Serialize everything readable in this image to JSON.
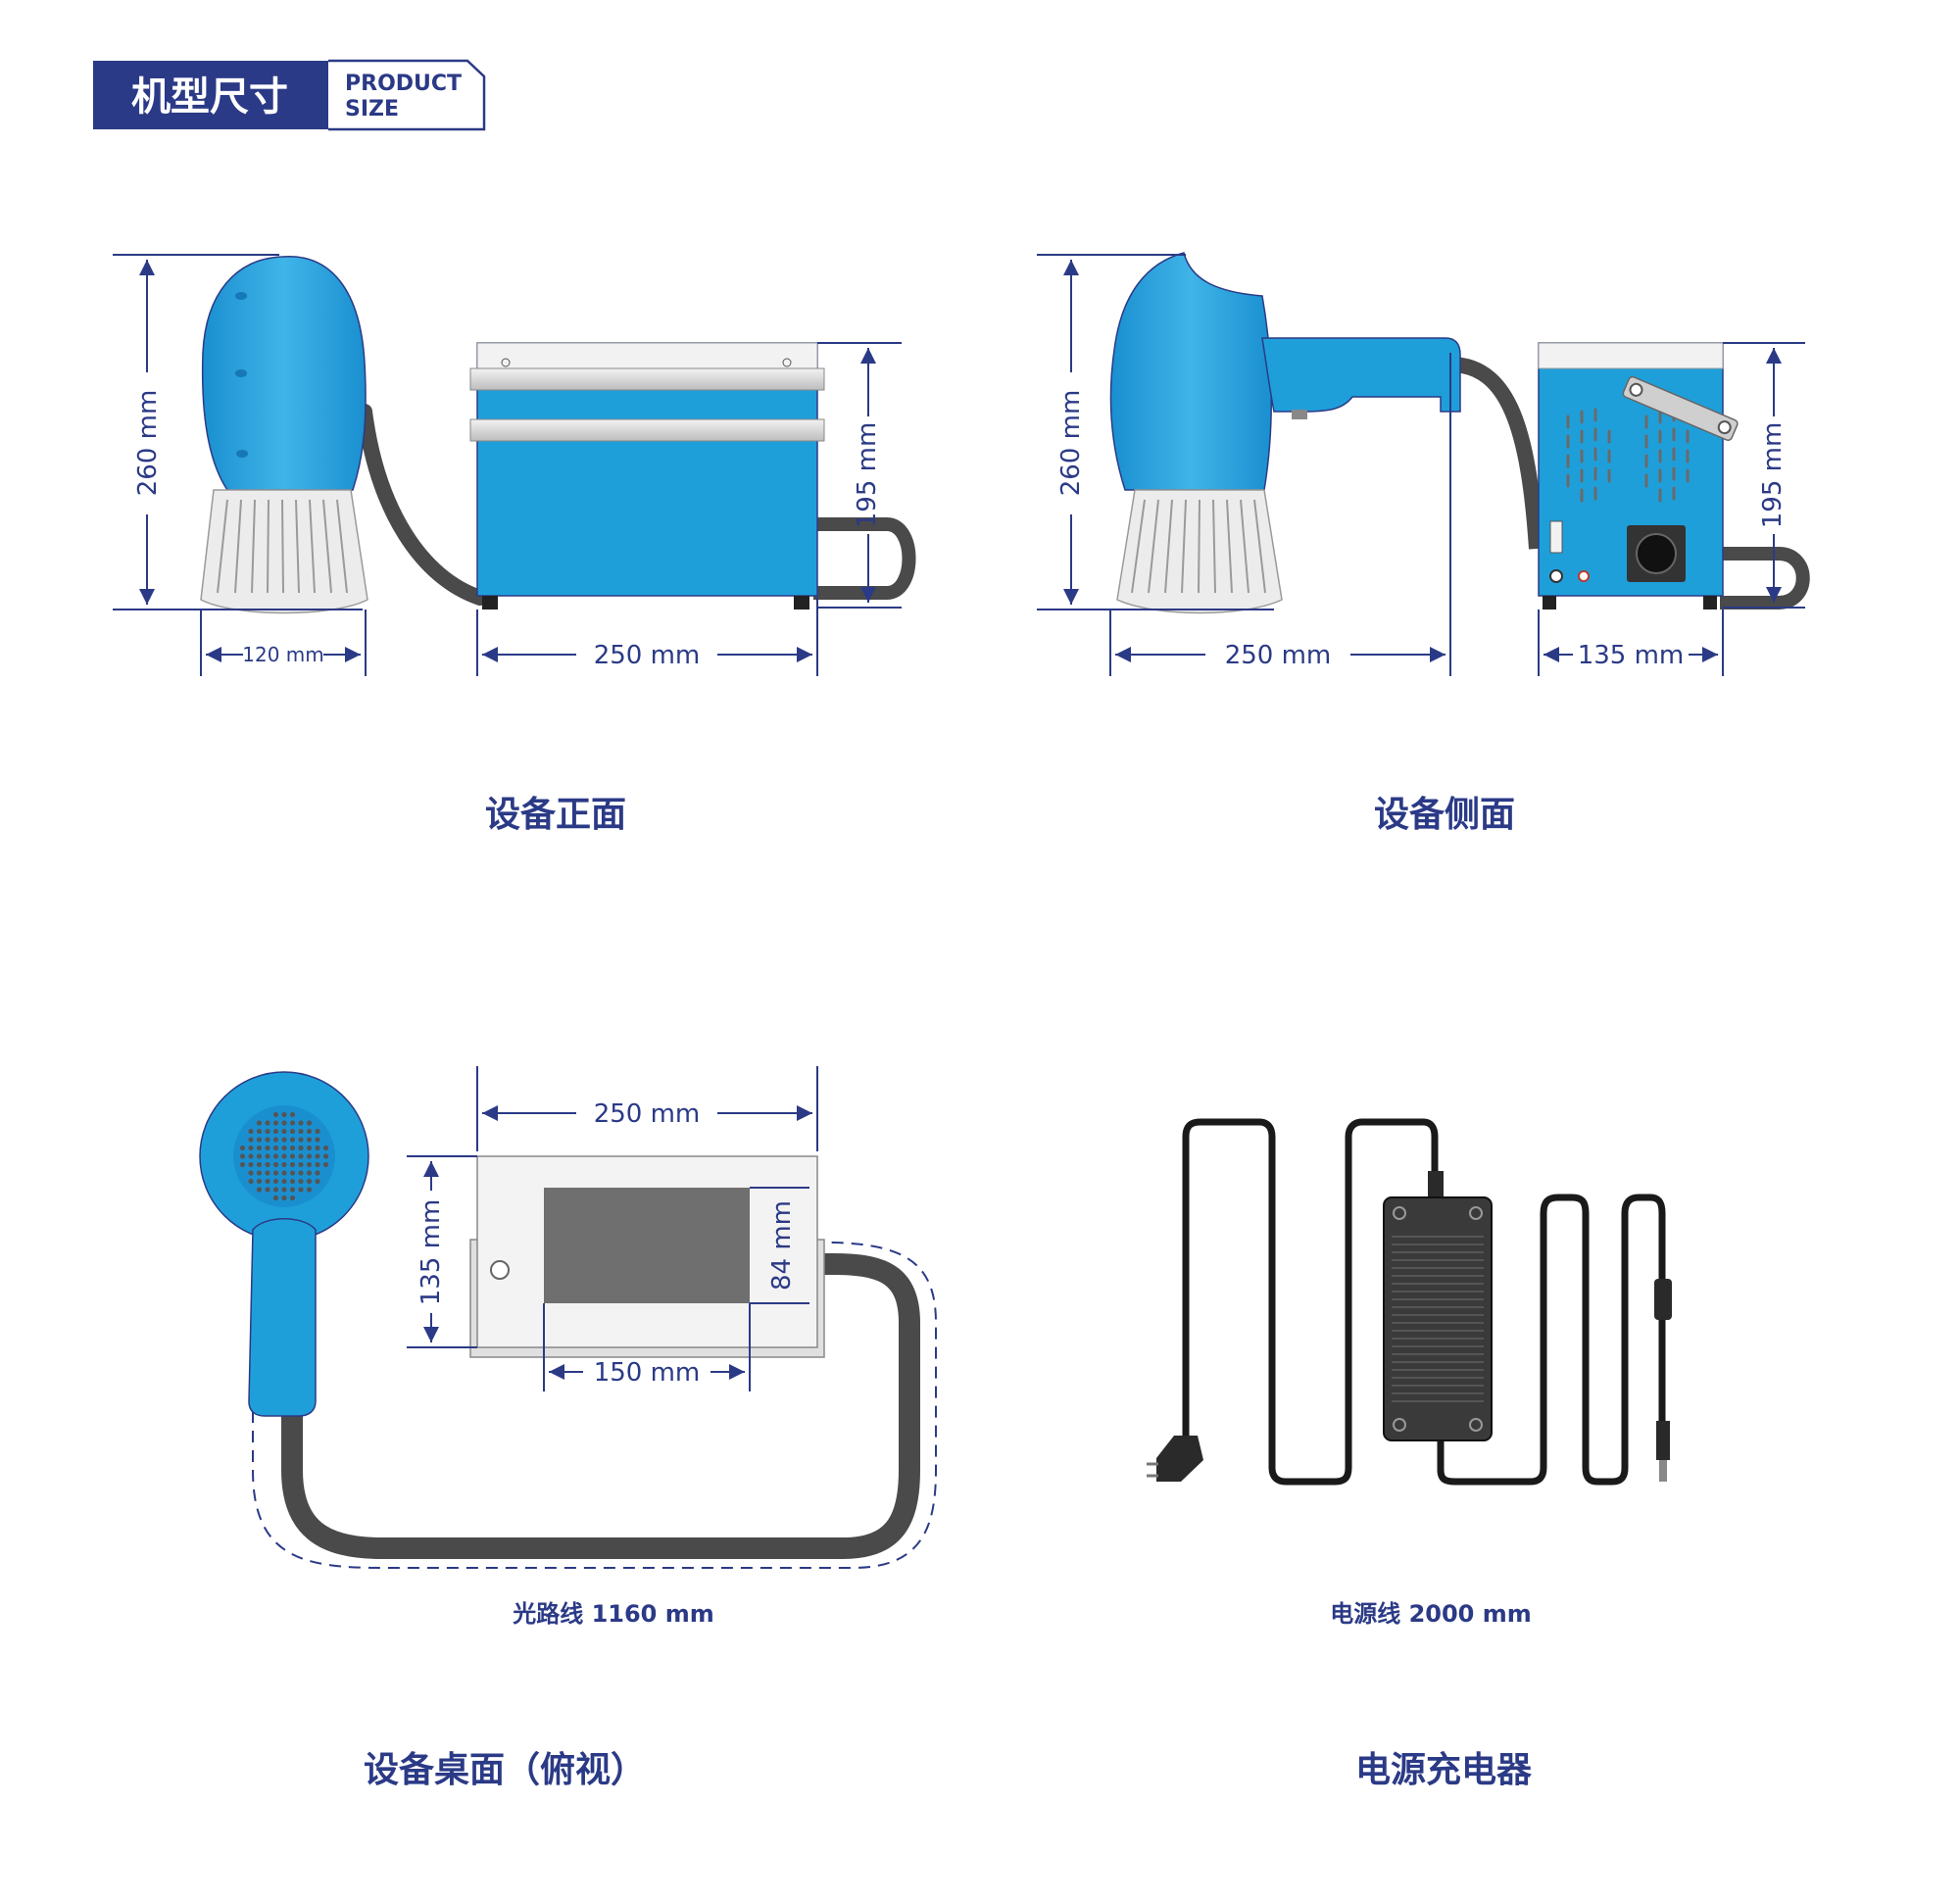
{
  "header": {
    "title_cn": "机型尺寸",
    "title_en_1": "PRODUCT",
    "title_en_2": "SIZE"
  },
  "colors": {
    "brand_navy": "#2b3a86",
    "device_blue": "#1f9fda",
    "cable_gray": "#4a4a4a"
  },
  "views": {
    "front": {
      "title": "设备正面",
      "dims": {
        "height": "260 mm",
        "head_width": "120 mm",
        "box_width": "250 mm",
        "box_height": "195 mm"
      }
    },
    "side": {
      "title": "设备侧面",
      "dims": {
        "height": "260 mm",
        "head_length": "250 mm",
        "box_depth": "135 mm",
        "box_height": "195 mm"
      }
    },
    "top": {
      "title": "设备桌面（俯视）",
      "dims": {
        "width": "250 mm",
        "depth": "135 mm",
        "screen_width": "150 mm",
        "screen_height": "84 mm"
      },
      "cable_caption": "光路线 1160 mm"
    },
    "charger": {
      "title": "电源充电器",
      "cable_caption": "电源线 2000 mm"
    }
  }
}
